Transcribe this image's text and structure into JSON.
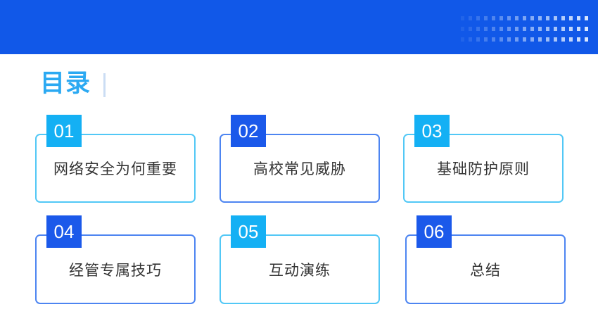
{
  "slide": {
    "title": "目录"
  },
  "colors": {
    "header-blue": "#1158e8",
    "badge-blue": "#1b59ea",
    "badge-cyan": "#14b0f4",
    "border-blue": "#4d85f1",
    "border-cyan": "#52c8f6",
    "title-cyan": "#2ba9f2",
    "divider-light": "#cbddf4",
    "card-text": "#333333",
    "dot-color": "#eaf3ff"
  },
  "cards": [
    {
      "number": "01",
      "label": "网络安全为何重要",
      "variant": "cyan"
    },
    {
      "number": "02",
      "label": "高校常见威胁",
      "variant": "blue"
    },
    {
      "number": "03",
      "label": "基础防护原则",
      "variant": "cyan"
    },
    {
      "number": "04",
      "label": "经管专属技巧",
      "variant": "blue"
    },
    {
      "number": "05",
      "label": "互动演练",
      "variant": "cyan"
    },
    {
      "number": "06",
      "label": "总结",
      "variant": "blue"
    }
  ]
}
